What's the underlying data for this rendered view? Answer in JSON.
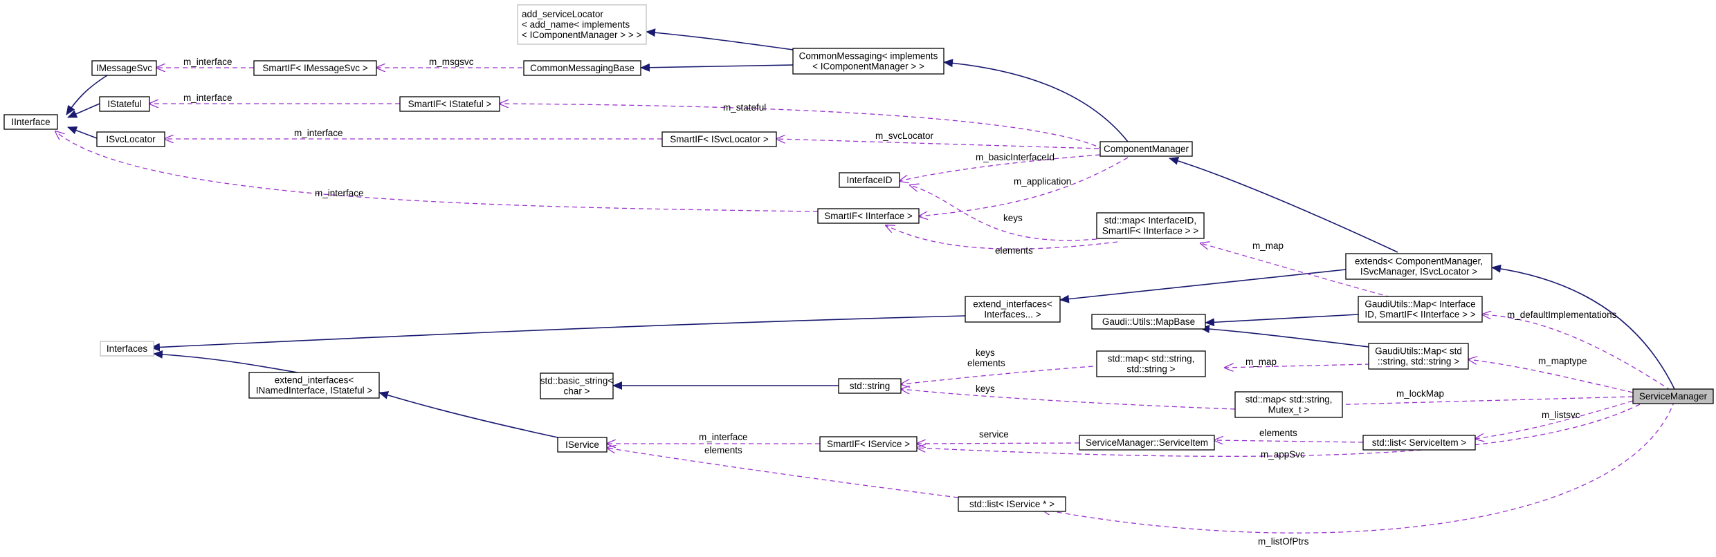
{
  "nodes": [
    {
      "id": "add_serviceLocator",
      "lines": [
        "add_serviceLocator",
        "< add_name< implements",
        "< IComponentManager > > >"
      ],
      "style": "gray"
    },
    {
      "id": "CommonMessaging",
      "lines": [
        "CommonMessaging< implements",
        "< IComponentManager > >"
      ],
      "style": "normal"
    },
    {
      "id": "CommonMessagingBase",
      "lines": [
        "CommonMessagingBase"
      ],
      "style": "normal"
    },
    {
      "id": "SmartIF_IMessageSvc",
      "lines": [
        "SmartIF< IMessageSvc >"
      ],
      "style": "normal"
    },
    {
      "id": "IMessageSvc",
      "lines": [
        "IMessageSvc"
      ],
      "style": "normal"
    },
    {
      "id": "IStateful",
      "lines": [
        "IStateful"
      ],
      "style": "normal"
    },
    {
      "id": "IInterface",
      "lines": [
        "IInterface"
      ],
      "style": "normal"
    },
    {
      "id": "ISvcLocator",
      "lines": [
        "ISvcLocator"
      ],
      "style": "normal"
    },
    {
      "id": "SmartIF_IStateful",
      "lines": [
        "SmartIF< IStateful >"
      ],
      "style": "normal"
    },
    {
      "id": "SmartIF_ISvcLocator",
      "lines": [
        "SmartIF< ISvcLocator >"
      ],
      "style": "normal"
    },
    {
      "id": "ComponentManager",
      "lines": [
        "ComponentManager"
      ],
      "style": "normal"
    },
    {
      "id": "InterfaceID",
      "lines": [
        "InterfaceID"
      ],
      "style": "normal"
    },
    {
      "id": "SmartIF_IInterface",
      "lines": [
        "SmartIF< IInterface >"
      ],
      "style": "normal"
    },
    {
      "id": "map_InterfaceID",
      "lines": [
        "std::map< InterfaceID,",
        "SmartIF< IInterface > >"
      ],
      "style": "normal"
    },
    {
      "id": "extends_CM",
      "lines": [
        "extends< ComponentManager,",
        "ISvcManager, ISvcLocator >"
      ],
      "style": "normal"
    },
    {
      "id": "extend_interfaces_var",
      "lines": [
        "extend_interfaces<",
        "Interfaces... >"
      ],
      "style": "normal"
    },
    {
      "id": "Interfaces",
      "lines": [
        "Interfaces"
      ],
      "style": "gray"
    },
    {
      "id": "MapBase",
      "lines": [
        "Gaudi::Utils::MapBase"
      ],
      "style": "normal"
    },
    {
      "id": "GaudiMap_IF",
      "lines": [
        "GaudiUtils::Map< Interface",
        "ID, SmartIF< IInterface > >"
      ],
      "style": "normal"
    },
    {
      "id": "GaudiMap_str",
      "lines": [
        "GaudiUtils::Map< std",
        "::string, std::string >"
      ],
      "style": "normal"
    },
    {
      "id": "map_str_str",
      "lines": [
        "std::map< std::string,",
        "std::string >"
      ],
      "style": "normal"
    },
    {
      "id": "extend_interfaces_named",
      "lines": [
        "extend_interfaces<",
        "INamedInterface, IStateful >"
      ],
      "style": "normal"
    },
    {
      "id": "basic_string",
      "lines": [
        "std::basic_string<",
        "char >"
      ],
      "style": "normal"
    },
    {
      "id": "std_string",
      "lines": [
        "std::string"
      ],
      "style": "normal"
    },
    {
      "id": "map_str_mutex",
      "lines": [
        "std::map< std::string,",
        "Mutex_t >"
      ],
      "style": "normal"
    },
    {
      "id": "ServiceManager",
      "lines": [
        "ServiceManager"
      ],
      "style": "highlight"
    },
    {
      "id": "IService",
      "lines": [
        "IService"
      ],
      "style": "normal"
    },
    {
      "id": "SmartIF_IService",
      "lines": [
        "SmartIF< IService >"
      ],
      "style": "normal"
    },
    {
      "id": "ServiceItem",
      "lines": [
        "ServiceManager::ServiceItem"
      ],
      "style": "normal"
    },
    {
      "id": "list_ServiceItem",
      "lines": [
        "std::list< ServiceItem >"
      ],
      "style": "normal"
    },
    {
      "id": "list_IServicePtr",
      "lines": [
        "std::list< IService * >"
      ],
      "style": "normal"
    }
  ],
  "edge_labels": {
    "m_msgsvc": "m_msgsvc",
    "m_interface": "m_interface",
    "m_stateful": "m_stateful",
    "m_svcLocator": "m_svcLocator",
    "m_basicInterfaceId": "m_basicInterfaceId",
    "m_application": "m_application",
    "keys": "keys",
    "elements": "elements",
    "m_map": "m_map",
    "m_defaultImplementations": "m_defaultImplementations",
    "m_maptype": "m_maptype",
    "m_lockMap": "m_lockMap",
    "m_listsvc": "m_listsvc",
    "service": "service",
    "m_appSvc": "m_appSvc",
    "m_listOfPtrs": "m_listOfPtrs"
  },
  "colors": {
    "inheritance_edge": "#191970",
    "usage_edge": "#9a32cd",
    "highlight_node": "#bfbfbf",
    "gray_node_border": "#bfbfbf"
  }
}
